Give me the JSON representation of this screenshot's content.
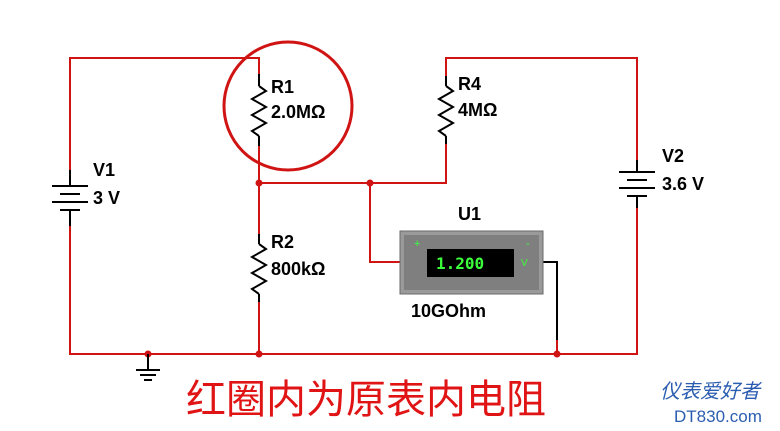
{
  "components": {
    "v1": {
      "name": "V1",
      "value": "3 V"
    },
    "v2": {
      "name": "V2",
      "value": "3.6 V"
    },
    "r1": {
      "name": "R1",
      "value": "2.0MΩ"
    },
    "r2": {
      "name": "R2",
      "value": "800kΩ"
    },
    "r4": {
      "name": "R4",
      "value": "4MΩ"
    },
    "u1": {
      "name": "U1",
      "reading": "1.200",
      "plus": "+",
      "minus": "-",
      "unit": "V",
      "impedance": "10GOhm"
    }
  },
  "caption": "红圈内为原表内电阻",
  "watermark": {
    "cn": "仪表爱好者",
    "en": "DT830.com"
  },
  "colors": {
    "wire": "#d01414",
    "highlight_circle": "#d01414",
    "caption": "#e01414",
    "meter_display": "#3cff3c",
    "watermark": "#2a5db0"
  }
}
